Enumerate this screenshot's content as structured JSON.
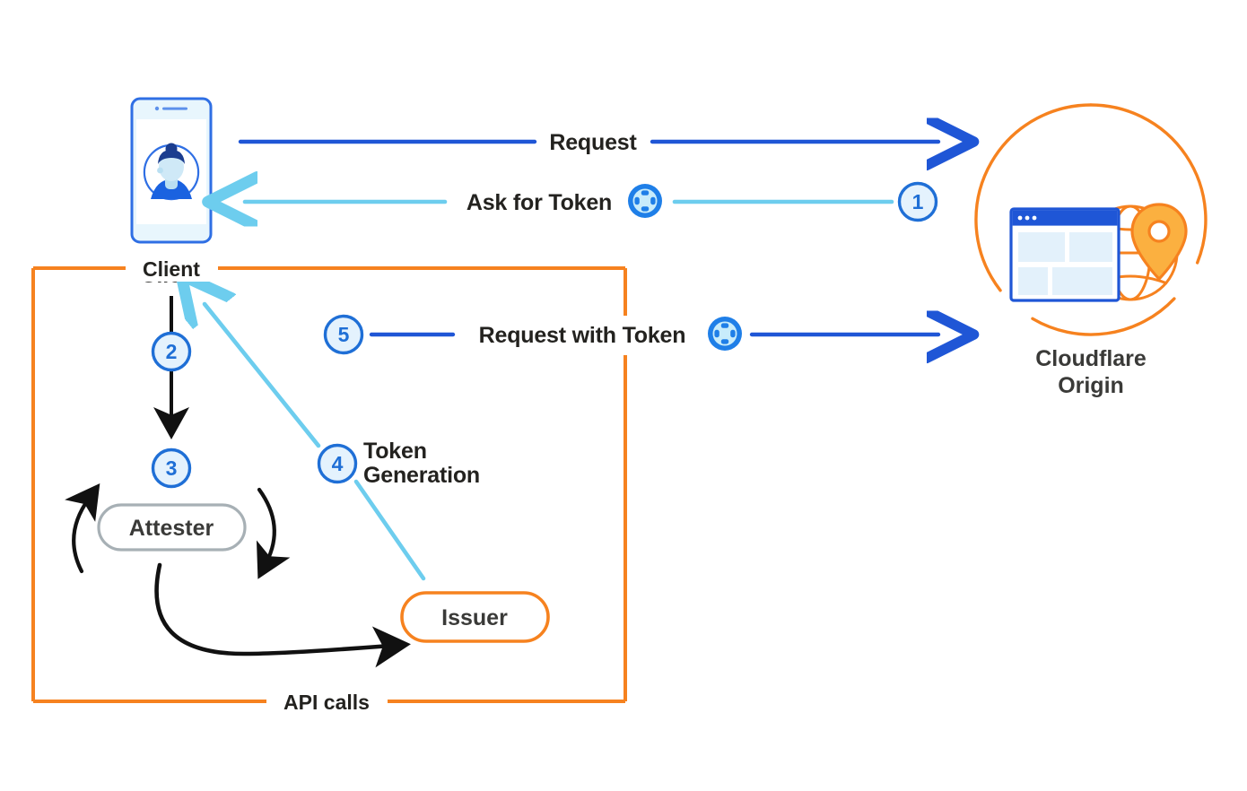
{
  "diagram": {
    "title": "Privacy Pass token issuance flow",
    "colors": {
      "blue": "#1f56d6",
      "blue_badge": "#1f6fd6",
      "badge_fill": "#e4f2fd",
      "cyan": "#6dcdee",
      "orange": "#f6821f",
      "black": "#111111",
      "gray": "#a7b0b5",
      "text": "#23221f"
    },
    "nodes": {
      "client": {
        "label": "Client",
        "icon": "mobile-phone-user-icon"
      },
      "attester": {
        "label": "Attester",
        "shape": "pill",
        "outline": "#a7b0b5"
      },
      "issuer": {
        "label": "Issuer",
        "shape": "pill",
        "outline": "#f6821f"
      },
      "origin": {
        "label_line1": "Cloudflare",
        "label_line2": "Origin",
        "icon": "globe-browser-pin-icon"
      }
    },
    "boundary": {
      "top_label": "Client",
      "bottom_label": "API calls",
      "color": "#f6821f"
    },
    "flows": [
      {
        "id": "request",
        "label": "Request",
        "direction": "right",
        "color": "#1f56d6",
        "from": "client",
        "to": "origin",
        "step": null,
        "token": false
      },
      {
        "id": "ask-for-token",
        "label": "Ask for Token",
        "direction": "left",
        "color": "#6dcdee",
        "from": "origin",
        "to": "client",
        "step": "1",
        "token": true
      },
      {
        "id": "request-with-token",
        "label": "Request with Token",
        "direction": "right",
        "color": "#1f56d6",
        "from": "client",
        "to": "origin",
        "step": "5",
        "token": true
      }
    ],
    "steps": [
      {
        "number": "1",
        "label": "Ask for Token"
      },
      {
        "number": "2",
        "label": ""
      },
      {
        "number": "3",
        "label": ""
      },
      {
        "number": "4",
        "label_line1": "Token",
        "label_line2": "Generation"
      },
      {
        "number": "5",
        "label": "Request with Token"
      }
    ],
    "step_labels": {
      "token_generation_line1": "Token",
      "token_generation_line2": "Generation"
    },
    "icons": {
      "token": "token-badge-icon",
      "phone": "mobile-phone-user-icon",
      "origin": "globe-browser-pin-icon"
    }
  }
}
